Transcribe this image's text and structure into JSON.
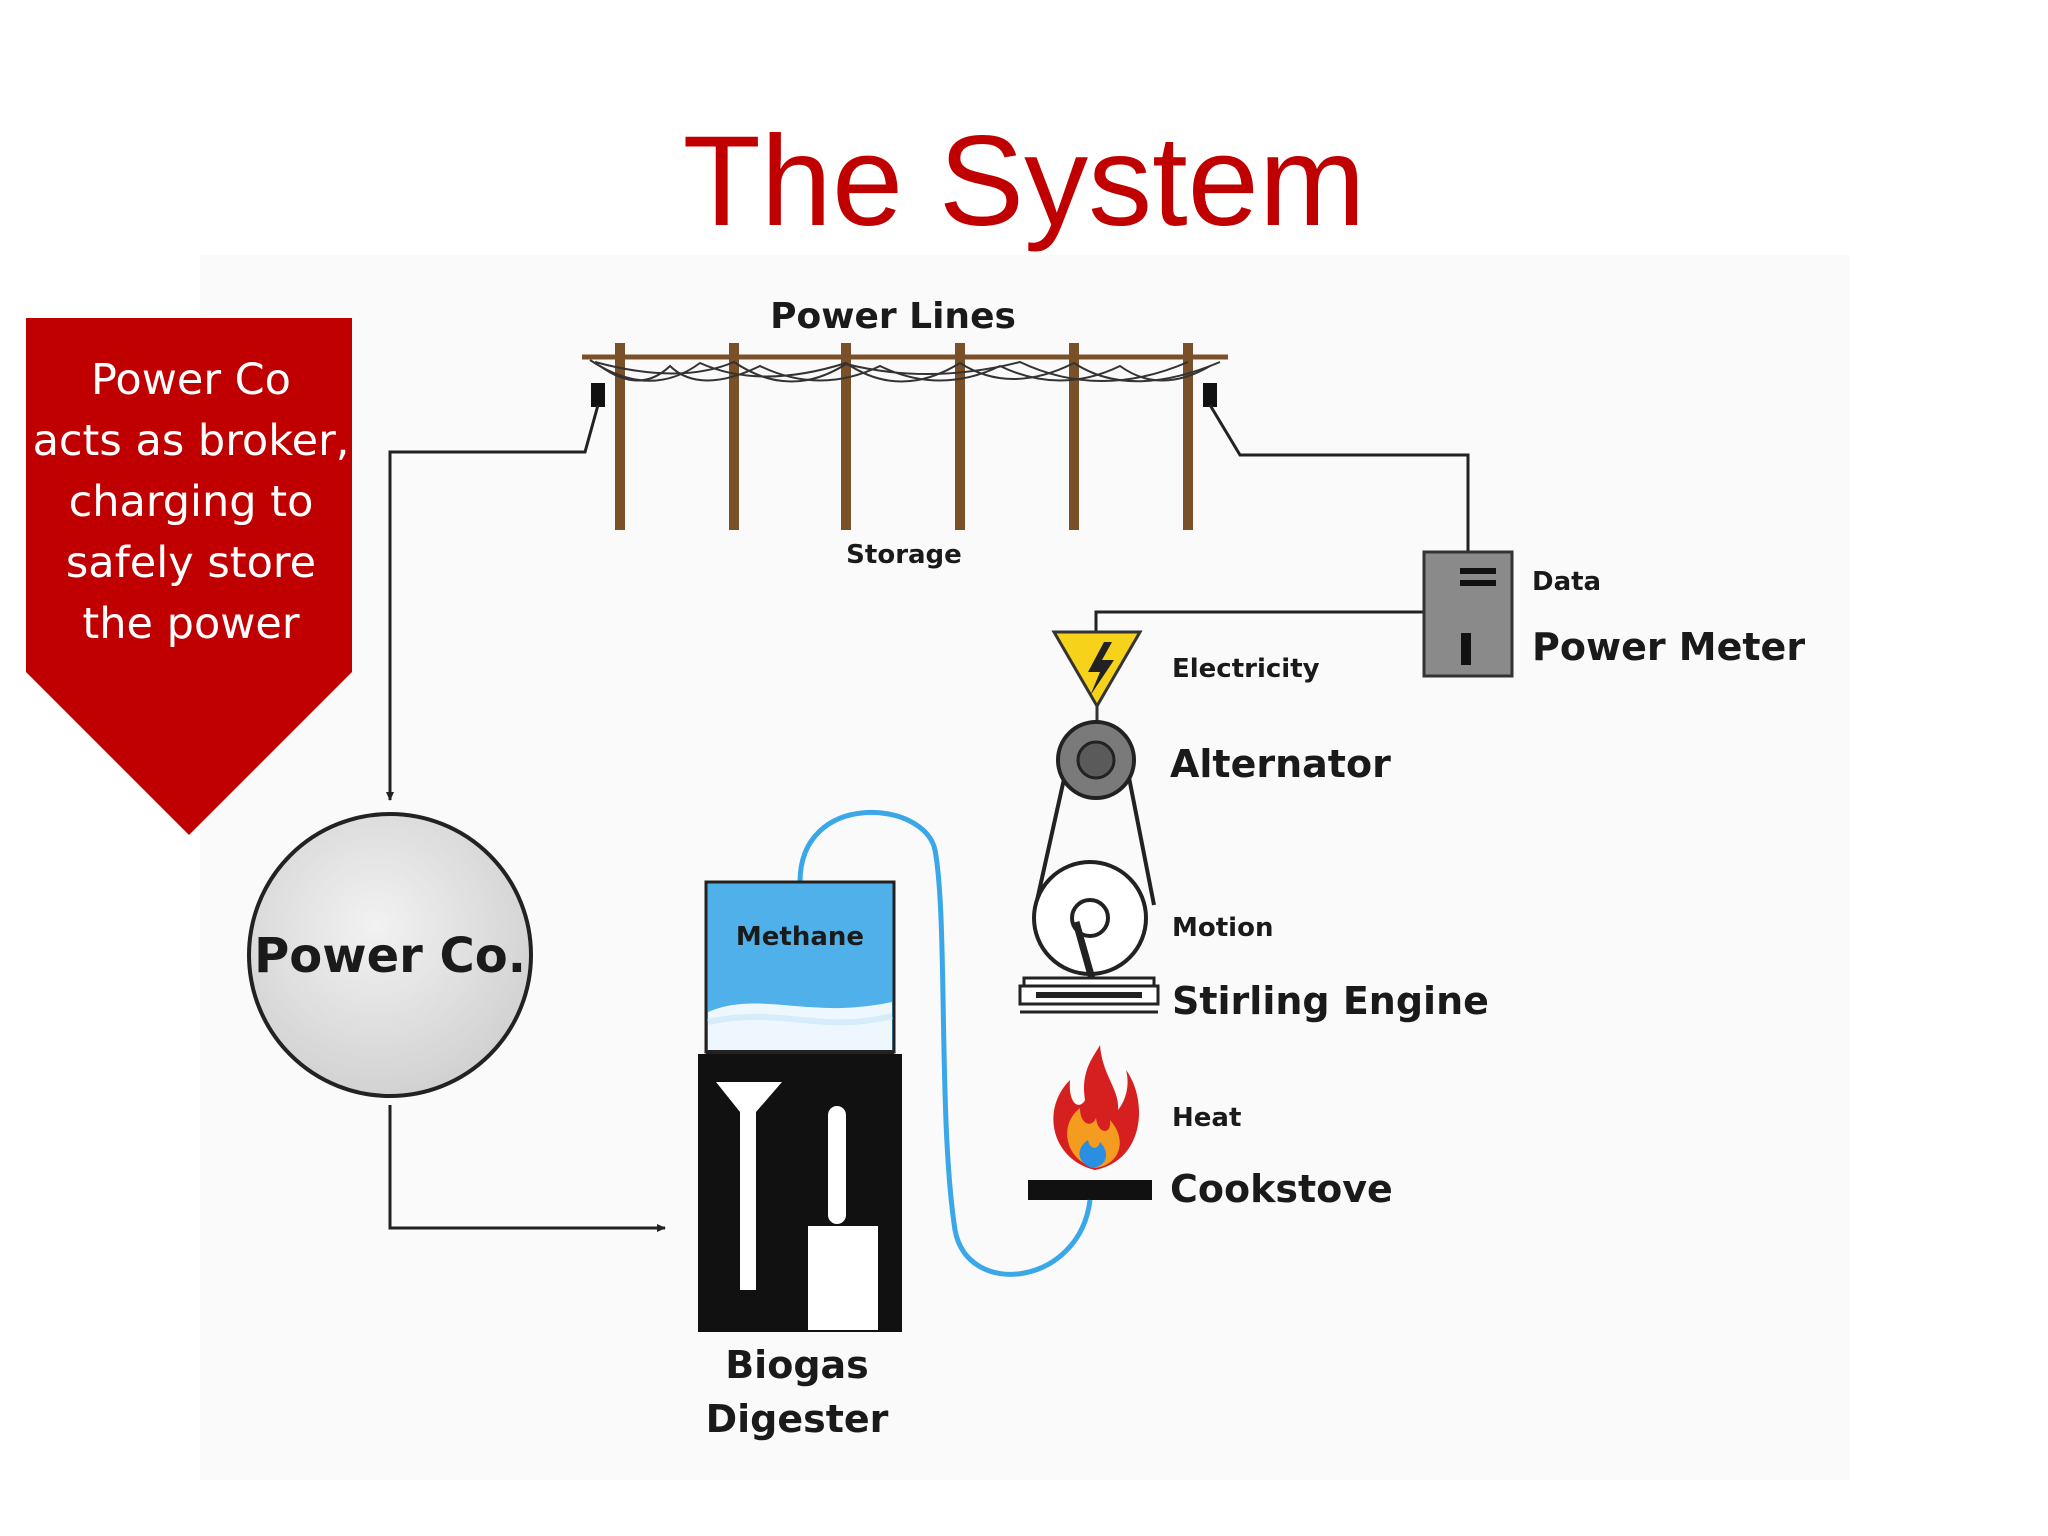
{
  "title": "The System",
  "callout": {
    "lines": [
      "Power Co",
      "acts as broker,",
      "charging to",
      "safely store",
      "the power"
    ]
  },
  "labels": {
    "power_lines": "Power Lines",
    "storage": "Storage",
    "data": "Data",
    "power_meter": "Power Meter",
    "electricity": "Electricity",
    "alternator": "Alternator",
    "motion": "Motion",
    "stirling_engine": "Stirling Engine",
    "heat": "Heat",
    "cookstove": "Cookstove",
    "methane": "Methane",
    "biogas_line1": "Biogas",
    "biogas_line2": "Digester",
    "power_co": "Power Co."
  },
  "colors": {
    "title": "#c00000",
    "callout_fill": "#c00000",
    "pole": "#7a5028",
    "gas_pipe": "#3aa7e8",
    "methane_fill": "#4fb0ea",
    "warning_yellow": "#f6d21a"
  }
}
